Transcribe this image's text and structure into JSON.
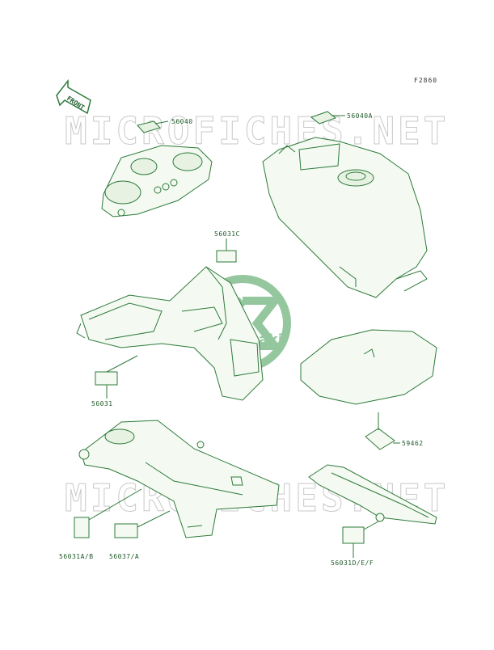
{
  "figure_code": "F2860",
  "direction_label": "FRONT",
  "watermark_text": "MICROFICHES.NET",
  "logo_text": "kawasaki",
  "parts": [
    {
      "id": "56040"
    },
    {
      "id": "56040A"
    },
    {
      "id": "56031C"
    },
    {
      "id": "56031"
    },
    {
      "id": "59462"
    },
    {
      "id": "56031A/B"
    },
    {
      "id": "56037/A"
    },
    {
      "id": "56031D/E/F"
    }
  ],
  "colors": {
    "line": "#2d7a3a",
    "text": "#1f5a2a",
    "watermark": "#c9c9c9",
    "logo": "#3f9a52"
  }
}
